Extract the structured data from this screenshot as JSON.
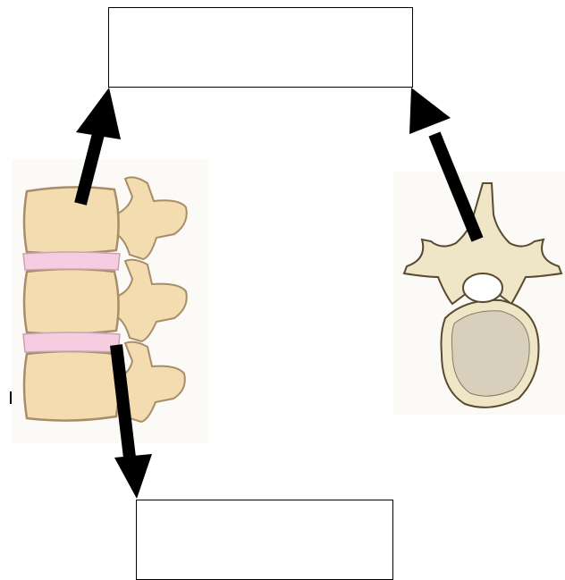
{
  "diagram": {
    "labels": [
      {
        "id": "top",
        "text": ""
      },
      {
        "id": "bottom",
        "text": ""
      }
    ],
    "images": [
      {
        "name": "lumbar-spine-side-view",
        "description_colors": {
          "bone": "#f2dcb0",
          "bone_outline": "#a88d6a",
          "disc": "#f6cde0"
        }
      },
      {
        "name": "vertebra-top-view",
        "description_colors": {
          "bone": "#efe6c8",
          "outline": "#5a4a30",
          "body": "#d8d0bc"
        }
      }
    ],
    "arrow_color": "#000000"
  }
}
